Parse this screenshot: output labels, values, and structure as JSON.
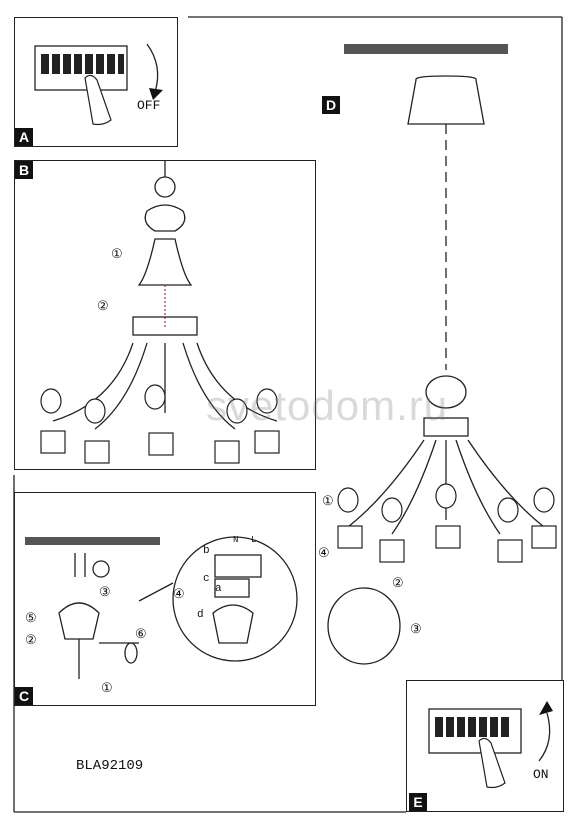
{
  "panels": {
    "a": {
      "tag": "A",
      "action_label": "OFF"
    },
    "b": {
      "tag": "B"
    },
    "c": {
      "tag": "C"
    },
    "d": {
      "tag": "D"
    },
    "e": {
      "tag": "E",
      "action_label": "ON"
    }
  },
  "model_code": "BLA92109",
  "watermark": "svetodom.ru",
  "steps": {
    "b": [
      "①",
      "②"
    ],
    "c": [
      "①",
      "②",
      "③",
      "④",
      "⑤",
      "⑥"
    ],
    "c_letters": [
      "a",
      "b",
      "c",
      "d"
    ],
    "c_terminals": [
      "N",
      "L"
    ],
    "d": [
      "①",
      "②",
      "③",
      "④"
    ]
  }
}
